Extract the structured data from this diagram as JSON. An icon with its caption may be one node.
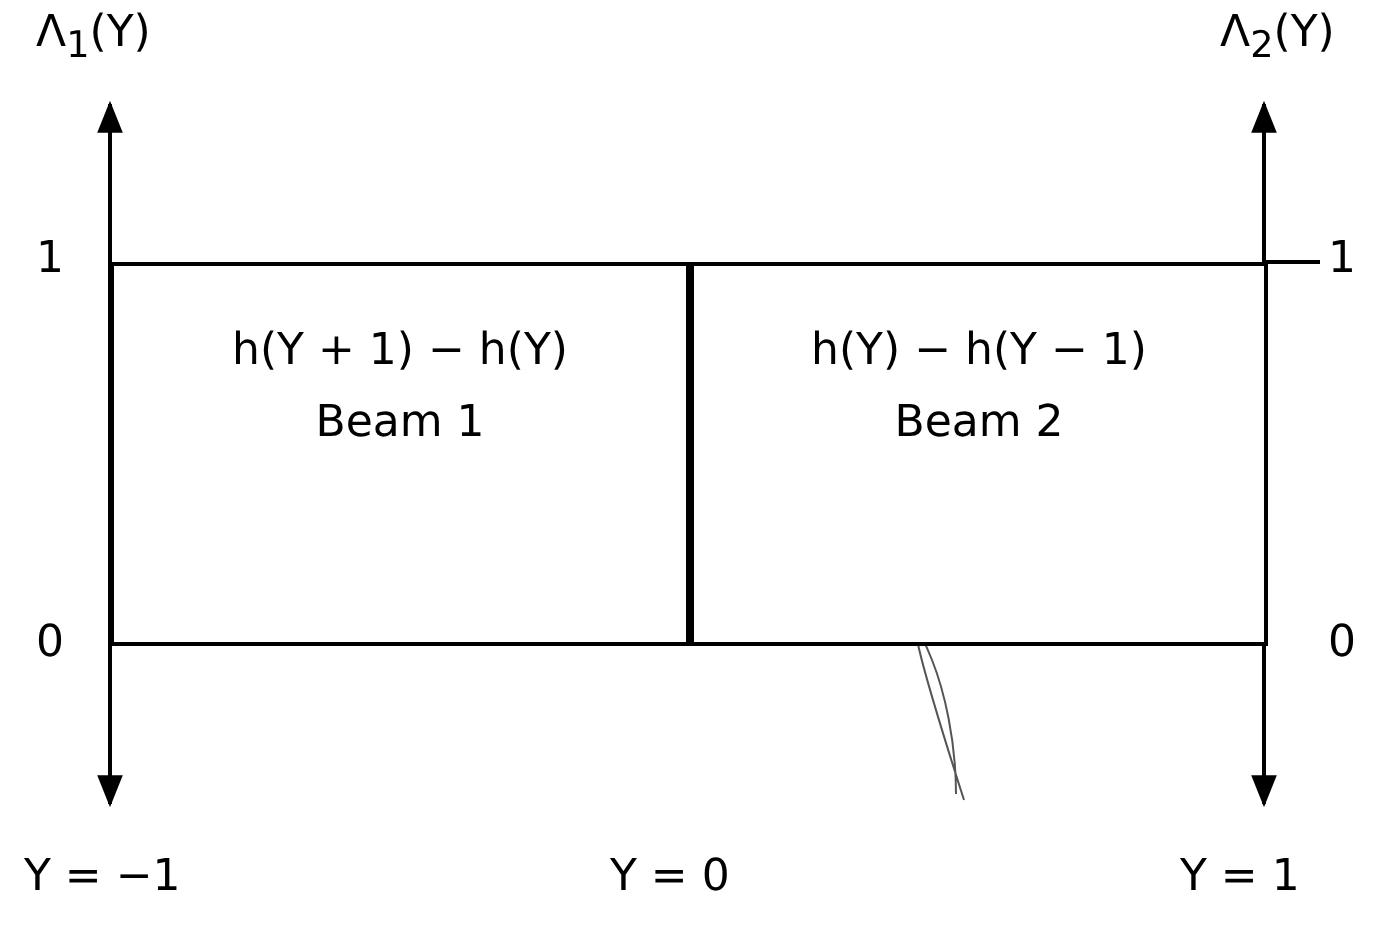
{
  "diagram": {
    "nodes": [
      {
        "text": [
          "h(Y + 1) − h(Y)",
          "Beam 1"
        ]
      },
      {
        "text": [
          "h(Y) − h(Y − 1)",
          "Beam 2"
        ]
      }
    ],
    "labels": [
      "Λ$_{1}$(Y)",
      "Λ$_{2}$(Y)",
      "1",
      "1",
      "0",
      "0",
      "Y = −1",
      "Y = 0",
      "Y = 1"
    ]
  }
}
